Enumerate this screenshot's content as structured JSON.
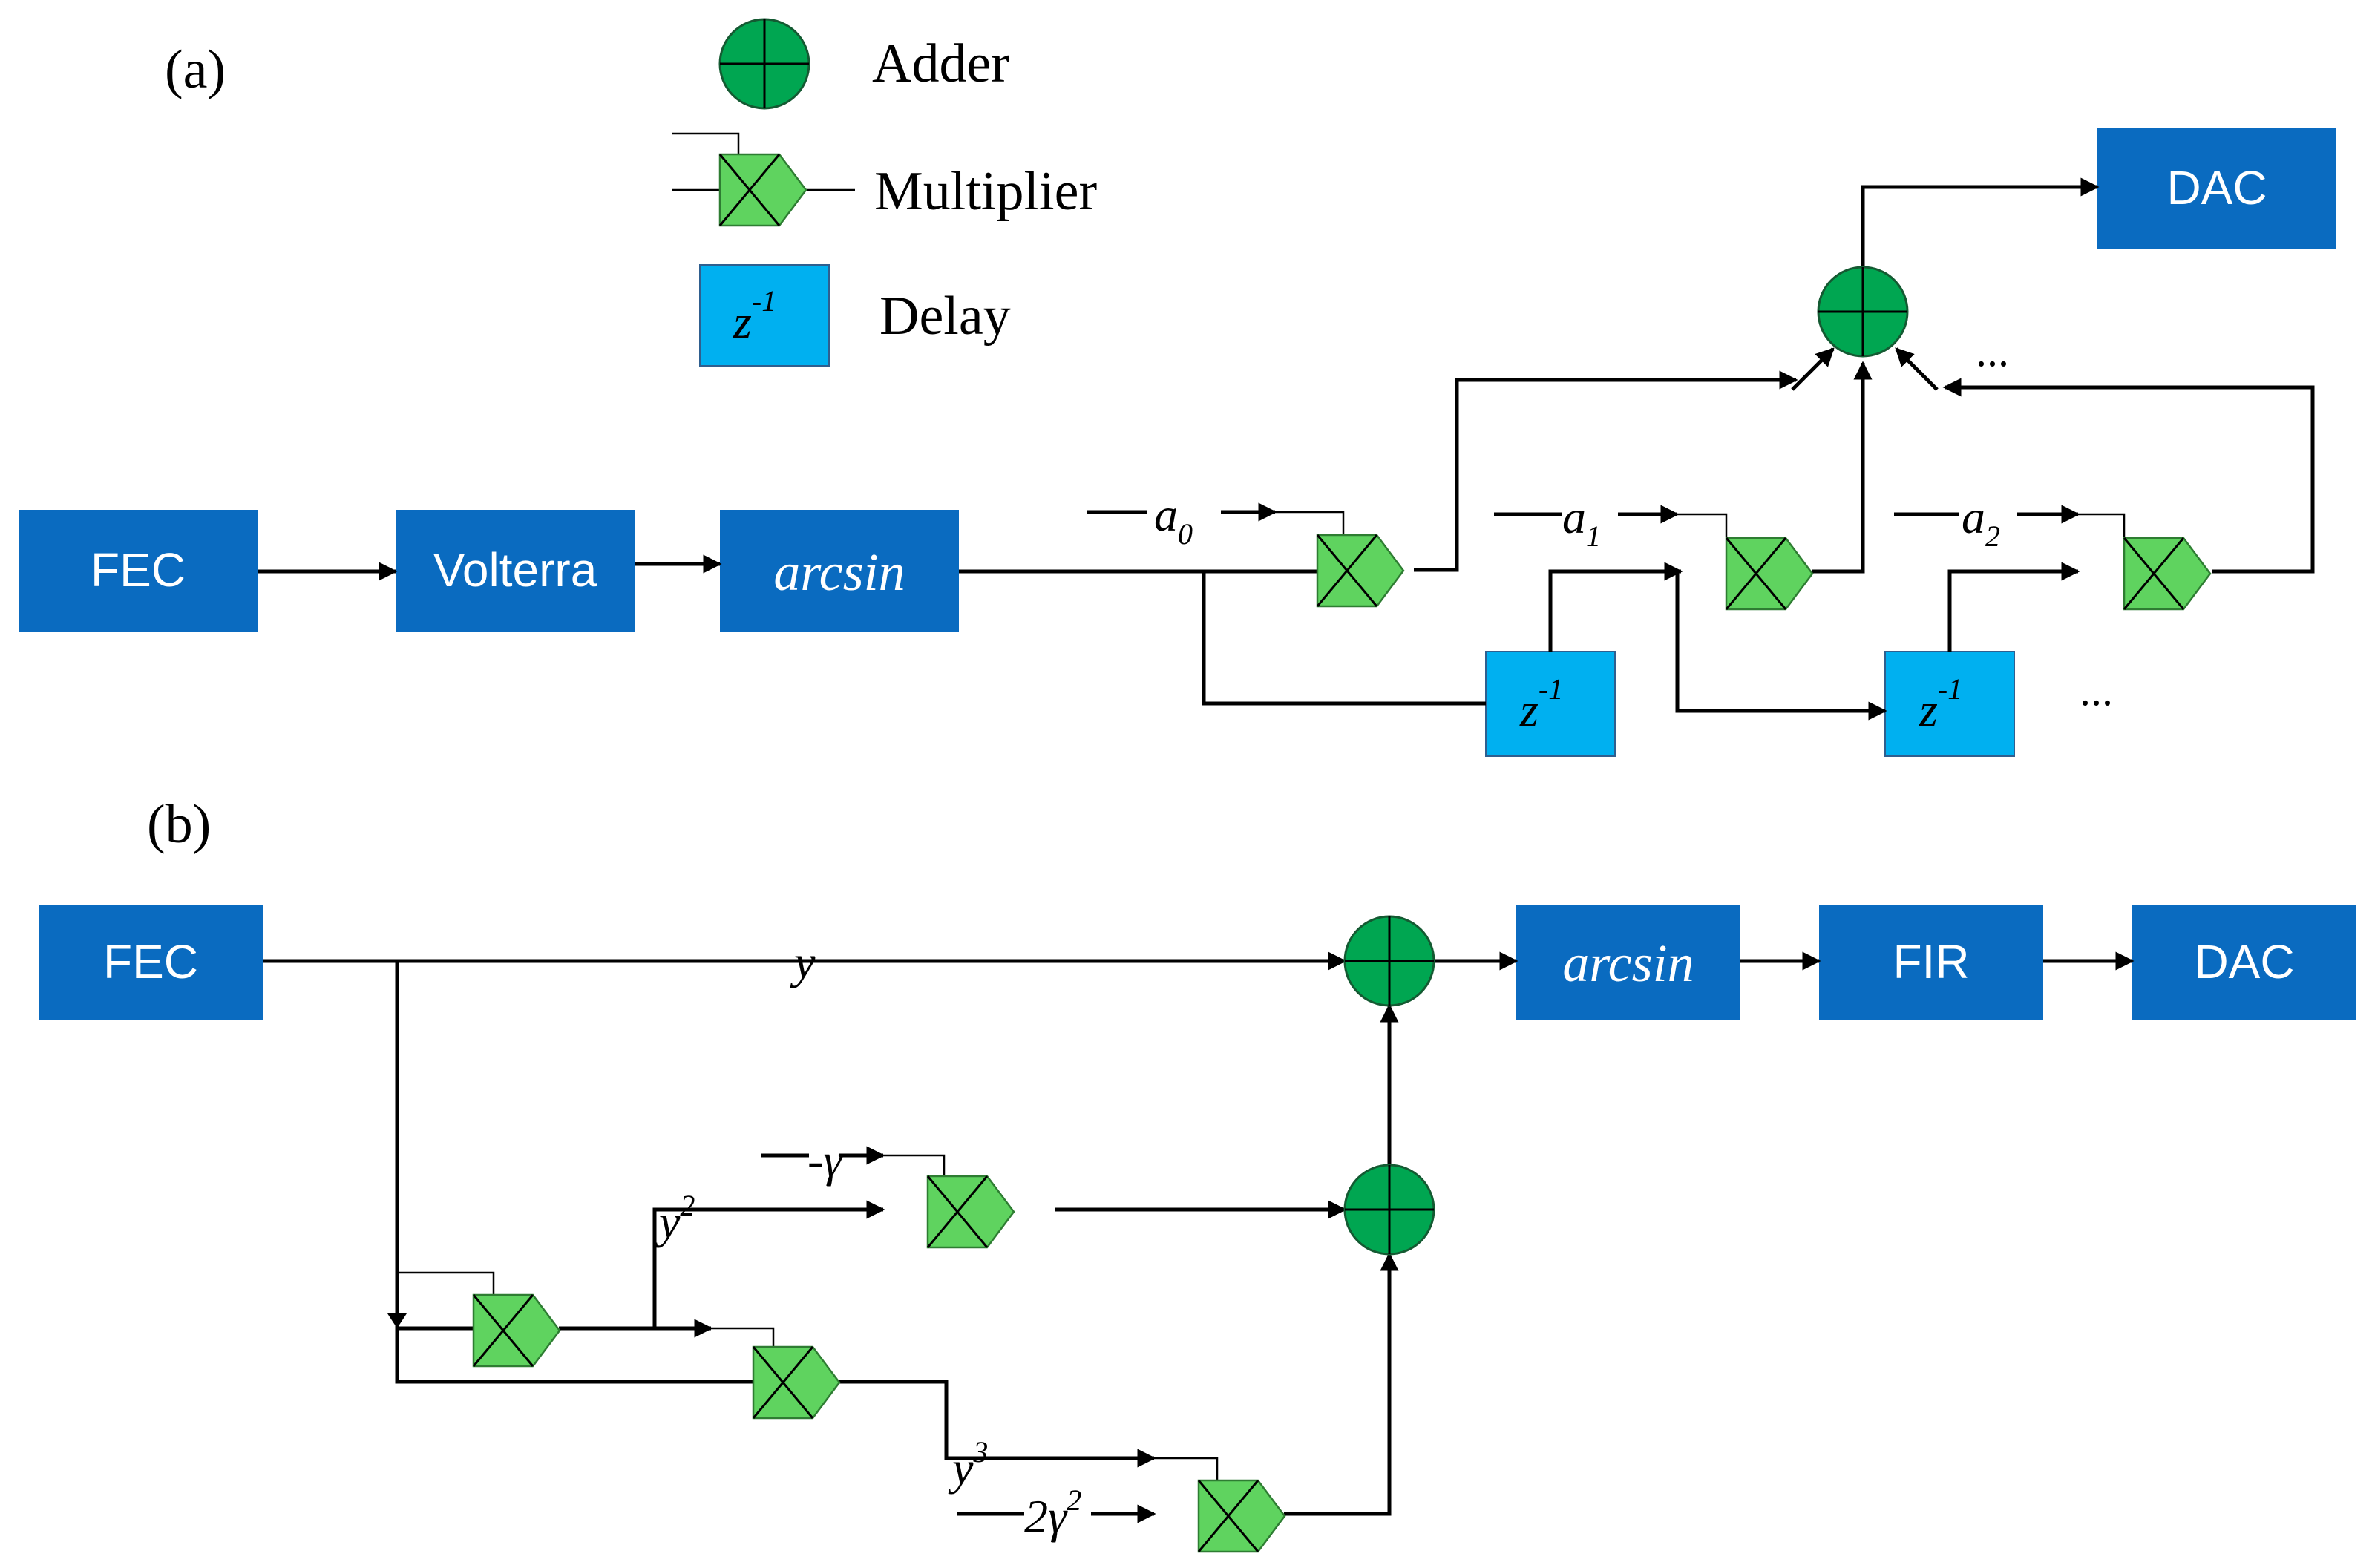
{
  "panel_a": {
    "label": "(a)",
    "blocks": {
      "fec": "FEC",
      "volterra": "Volterra",
      "arcsin": "arcsin",
      "dac": "DAC"
    },
    "coefficients": [
      {
        "base": "a",
        "sub": "0"
      },
      {
        "base": "a",
        "sub": "1"
      },
      {
        "base": "a",
        "sub": "2"
      }
    ],
    "delays": [
      {
        "base": "z",
        "sup": "-1"
      },
      {
        "base": "z",
        "sup": "-1"
      }
    ],
    "ellipsis": "..."
  },
  "legend": {
    "adder": "Adder",
    "multiplier": "Multiplier",
    "delay_label": "Delay",
    "delay_symbol": {
      "base": "z",
      "sup": "-1"
    }
  },
  "panel_b": {
    "label": "(b)",
    "blocks": {
      "fec": "FEC",
      "arcsin": "arcsin",
      "fir": "FIR",
      "dac": "DAC"
    },
    "signal_y": "y",
    "signal_y2": {
      "base": "y",
      "sup": "2"
    },
    "signal_y3": {
      "base": "y",
      "sup": "3"
    },
    "coef_neg_gamma": "-γ",
    "coef_2gamma2": {
      "base": "2γ",
      "sup": "2"
    }
  },
  "colors": {
    "block": "#0a6bc0",
    "delay": "#00b0f0",
    "multiplier": "#5fd35f",
    "adder": "#00a651"
  }
}
